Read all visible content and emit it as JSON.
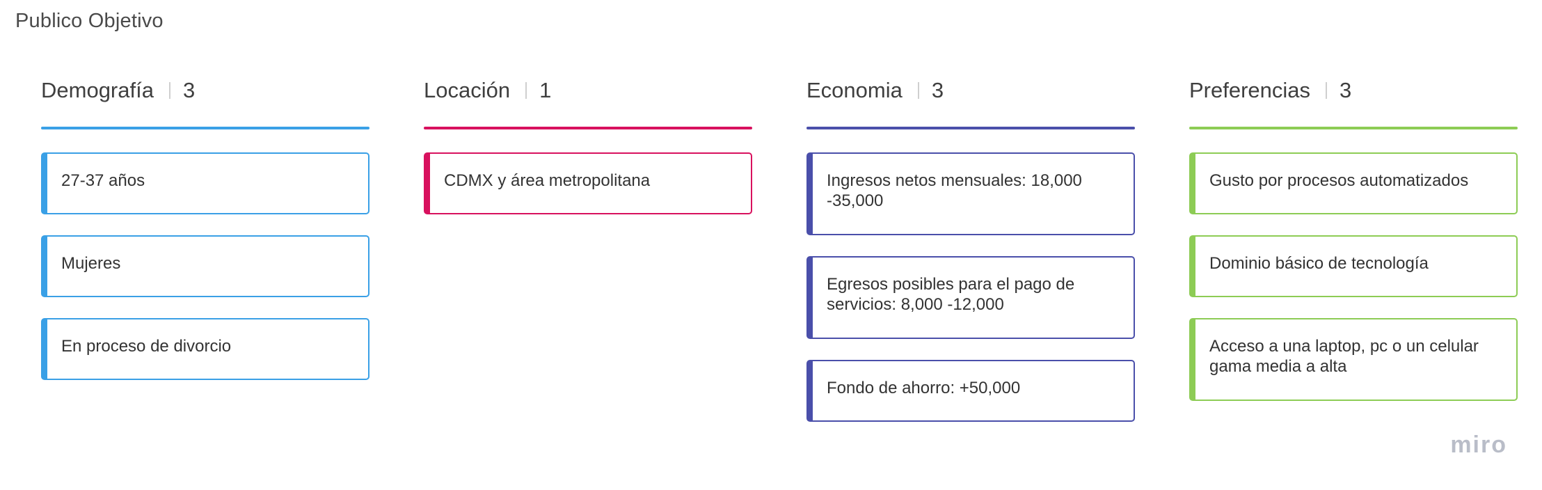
{
  "board": {
    "title": "Publico Objetivo"
  },
  "columns": [
    {
      "name": "Demografía",
      "count": "3",
      "color": "#3aa0e6",
      "cards": [
        "27-37 años",
        "Mujeres",
        "En proceso de divorcio"
      ]
    },
    {
      "name": "Locación",
      "count": "1",
      "color": "#d8115e",
      "cards": [
        "CDMX y área metropolitana"
      ]
    },
    {
      "name": "Economia",
      "count": "3",
      "color": "#4a4faa",
      "cards": [
        "Ingresos netos mensuales: 18,000 -35,000",
        "Egresos posibles para el pago de servicios: 8,000 -12,000",
        "Fondo de ahorro: +50,000"
      ]
    },
    {
      "name": "Preferencias",
      "count": "3",
      "color": "#8dcc55",
      "cards": [
        "Gusto por procesos automatizados",
        "Dominio básico de tecnología",
        "Acceso a una laptop, pc o un celular gama media a alta"
      ]
    }
  ],
  "branding": {
    "logo_text": "miro"
  }
}
